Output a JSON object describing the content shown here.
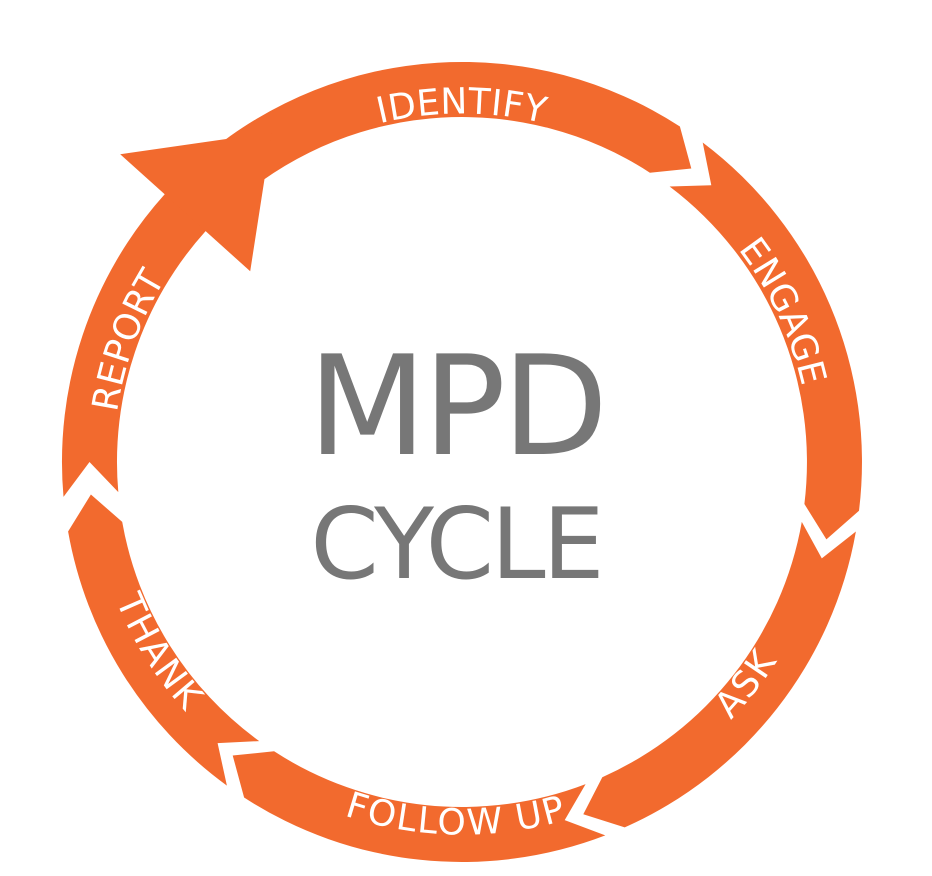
{
  "colors": {
    "ring": "#F26A2E",
    "center_text": "#777777",
    "label_text": "#FFFFFF",
    "background": "#FFFFFF"
  },
  "center": {
    "line1": "MPD",
    "line2": "CYCLE"
  },
  "steps": [
    {
      "id": "identify",
      "label": "IDENTIFY"
    },
    {
      "id": "engage",
      "label": "ENGAGE"
    },
    {
      "id": "ask",
      "label": "ASK"
    },
    {
      "id": "follow-up",
      "label": "FOLLOW UP"
    },
    {
      "id": "thank",
      "label": "THANK"
    },
    {
      "id": "report",
      "label": "REPORT"
    }
  ]
}
